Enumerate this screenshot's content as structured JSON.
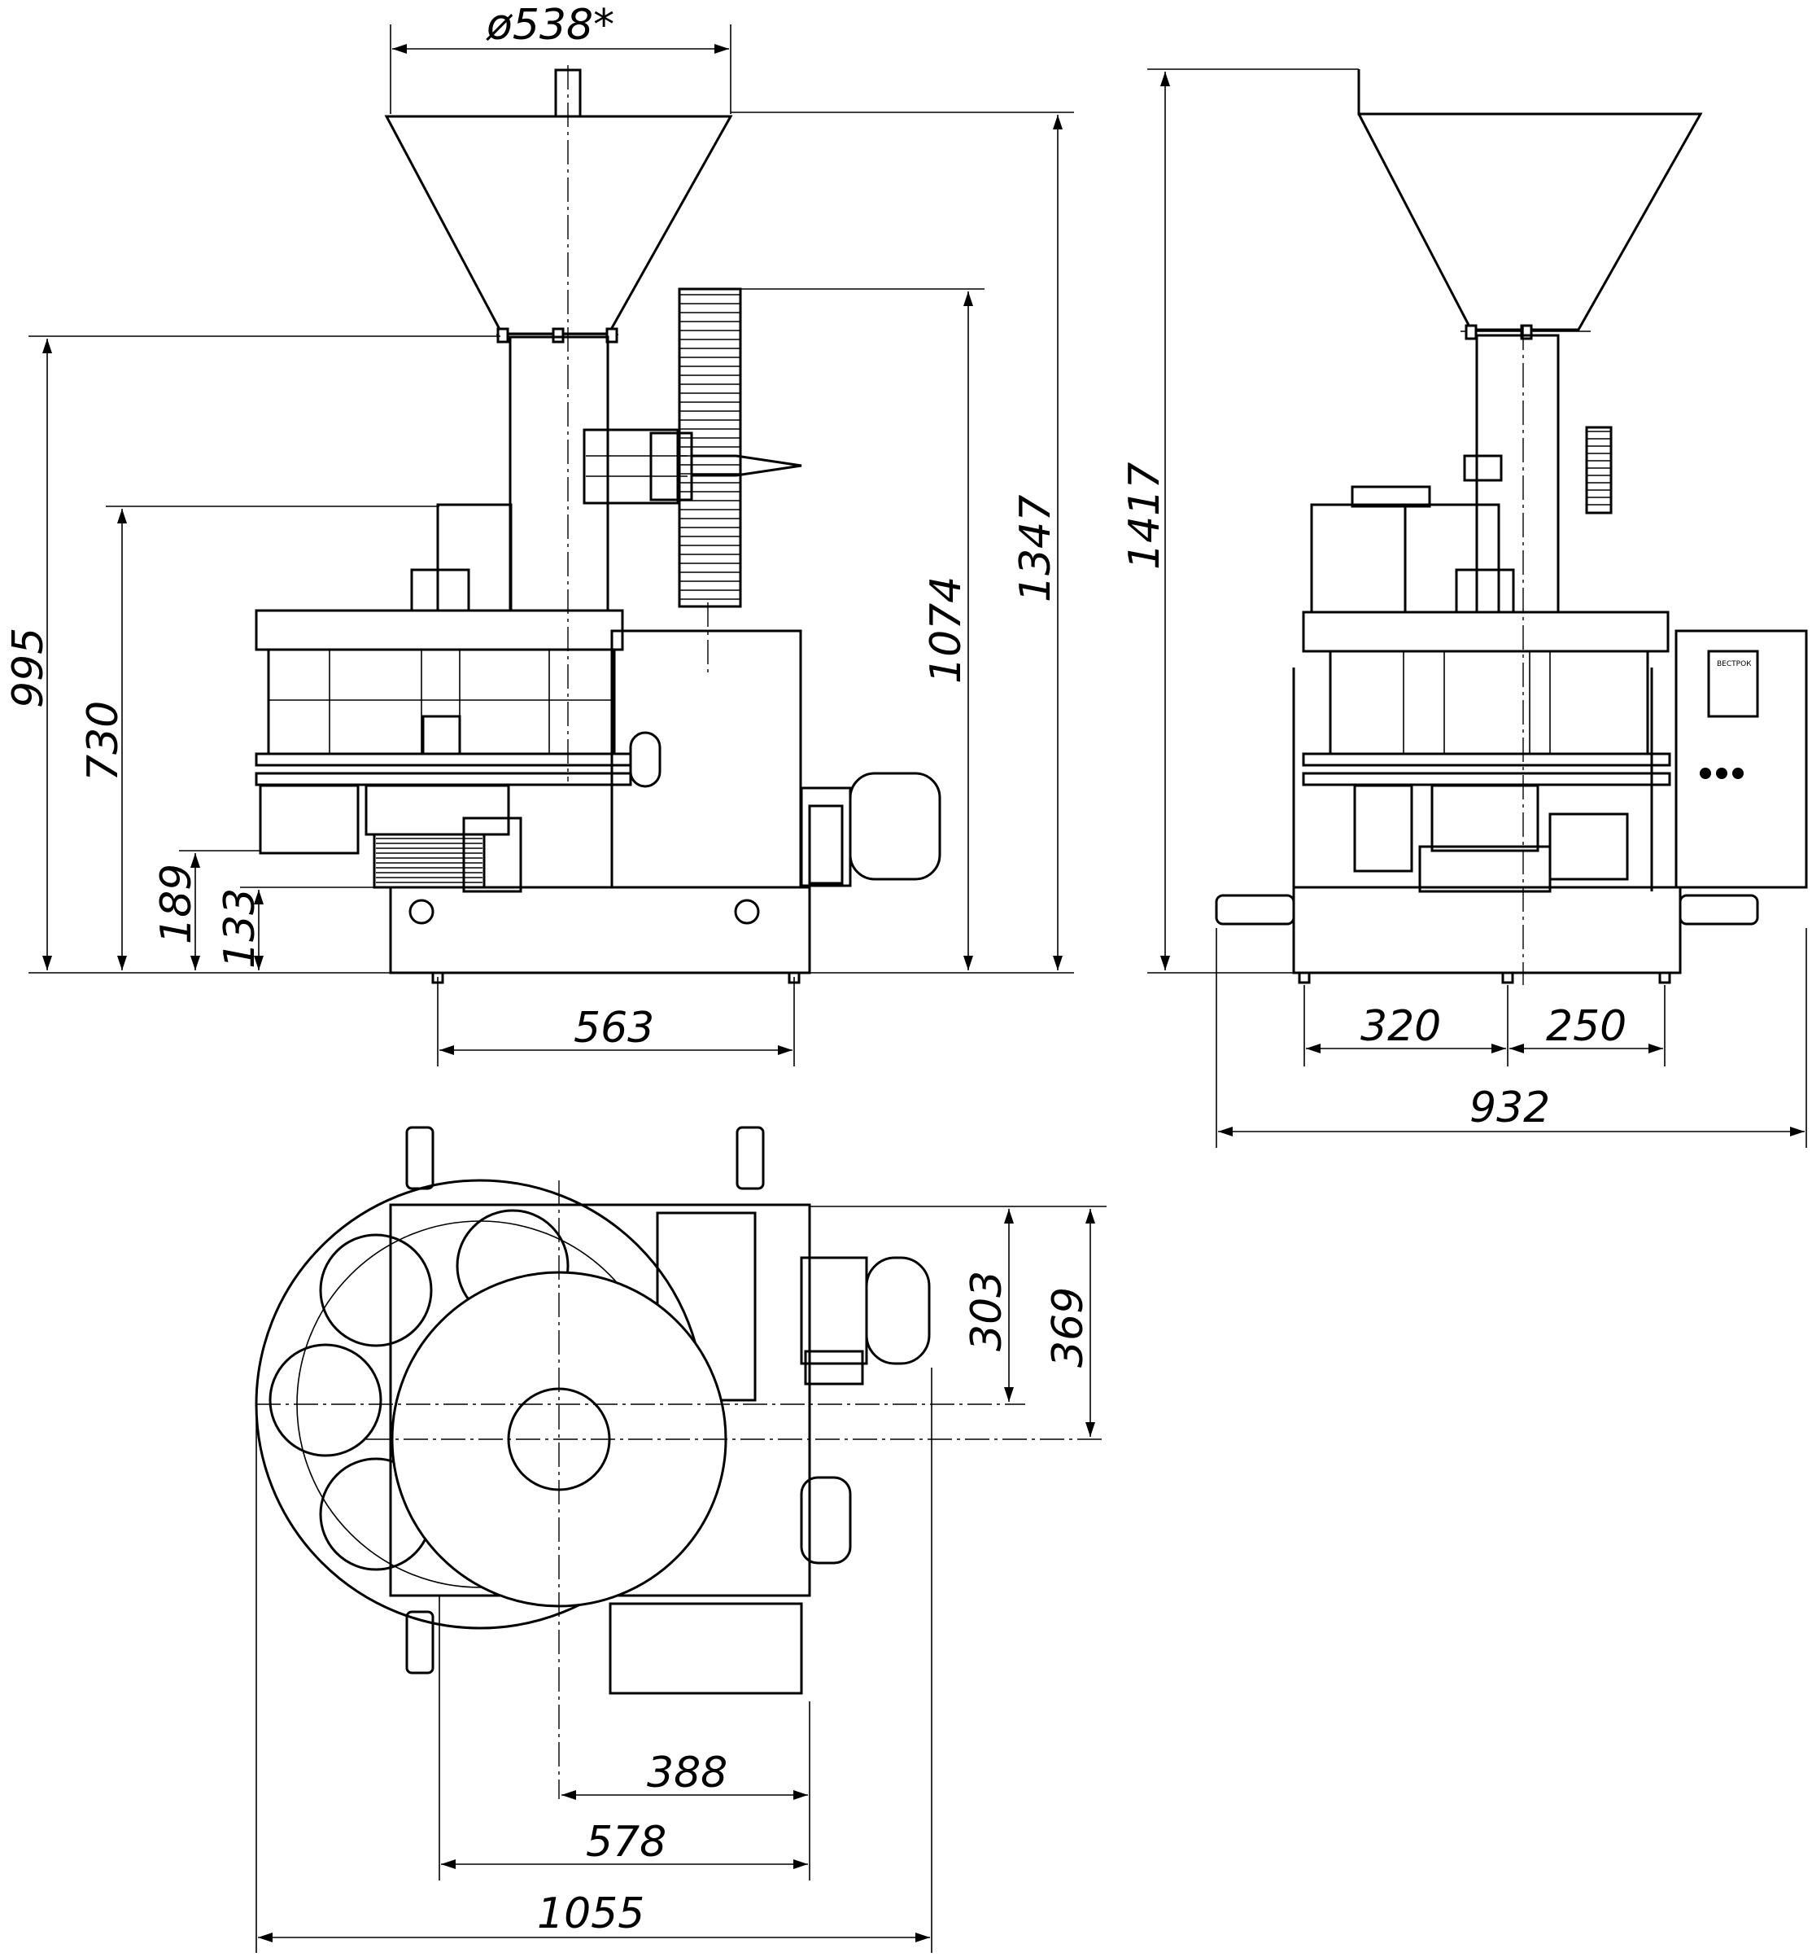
{
  "drawing": {
    "front_view": {
      "diameter_label": "ø538*",
      "height_labels": [
        "995",
        "730",
        "189",
        "133",
        "1074",
        "1347"
      ],
      "width_label": "563"
    },
    "side_view": {
      "height_label": "1417",
      "width_labels": [
        "320",
        "250",
        "932"
      ],
      "panel_brand": "ВЕСТРОК"
    },
    "top_view": {
      "depth_labels": [
        "303",
        "369"
      ],
      "width_labels": [
        "388",
        "578",
        "1055"
      ]
    },
    "colors": {
      "line": "#000000",
      "background": "#ffffff"
    }
  }
}
